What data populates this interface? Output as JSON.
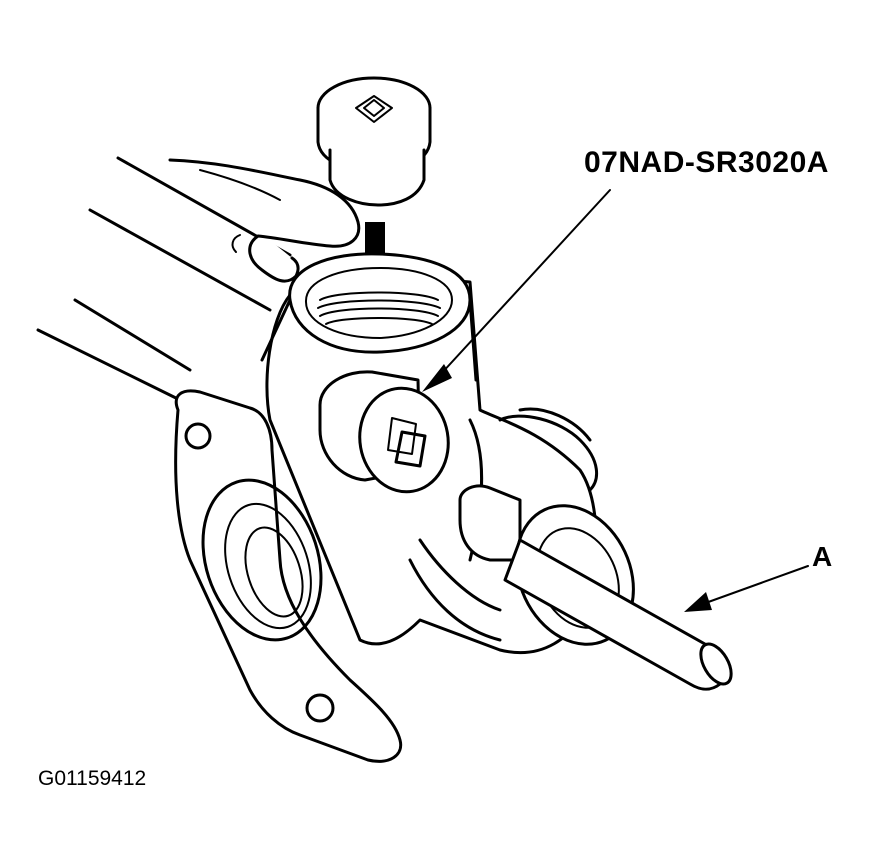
{
  "callouts": {
    "tool_label": "07NAD-SR3020A",
    "part_a_label": "A"
  },
  "figure": {
    "id_text": "G01159412"
  }
}
